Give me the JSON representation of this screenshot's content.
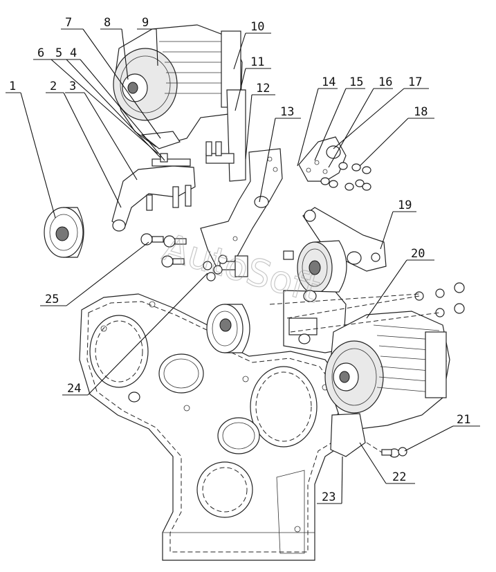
{
  "watermark": "AutoSoft",
  "callouts": [
    "1",
    "2",
    "3",
    "4",
    "5",
    "6",
    "7",
    "8",
    "9",
    "10",
    "11",
    "12",
    "13",
    "14",
    "15",
    "16",
    "17",
    "18",
    "19",
    "20",
    "21",
    "22",
    "23",
    "24",
    "25"
  ]
}
